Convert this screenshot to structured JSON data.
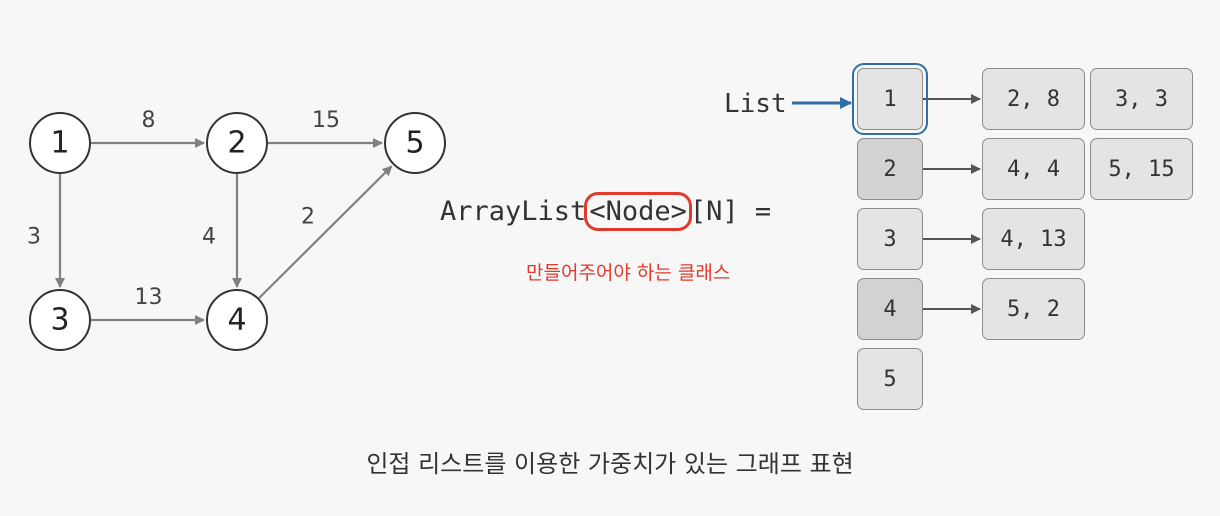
{
  "graph": {
    "nodes": [
      "1",
      "2",
      "3",
      "4",
      "5"
    ],
    "edges": [
      {
        "from": "1",
        "to": "2",
        "weight": "8"
      },
      {
        "from": "2",
        "to": "5",
        "weight": "15"
      },
      {
        "from": "1",
        "to": "3",
        "weight": "3"
      },
      {
        "from": "2",
        "to": "4",
        "weight": "4"
      },
      {
        "from": "4",
        "to": "5",
        "weight": "2"
      },
      {
        "from": "3",
        "to": "4",
        "weight": "13"
      }
    ]
  },
  "code": {
    "prefix": "ArrayList",
    "highlight": "<Node>",
    "suffix": "[N] ="
  },
  "note": "만들어주어야 하는 클래스",
  "list_label": "List",
  "adjacency": [
    {
      "index": "1",
      "items": [
        "2, 8",
        "3, 3"
      ]
    },
    {
      "index": "2",
      "items": [
        "4, 4",
        "5, 15"
      ]
    },
    {
      "index": "3",
      "items": [
        "4, 13"
      ]
    },
    {
      "index": "4",
      "items": [
        "5, 2"
      ]
    },
    {
      "index": "5",
      "items": []
    }
  ],
  "caption": "인접 리스트를 이용한 가중치가 있는 그래프 표현",
  "colors": {
    "highlight_red": "#e03a2c",
    "pointer_blue": "#2e6da8",
    "arrow_gray": "#808080",
    "text": "#333333"
  }
}
